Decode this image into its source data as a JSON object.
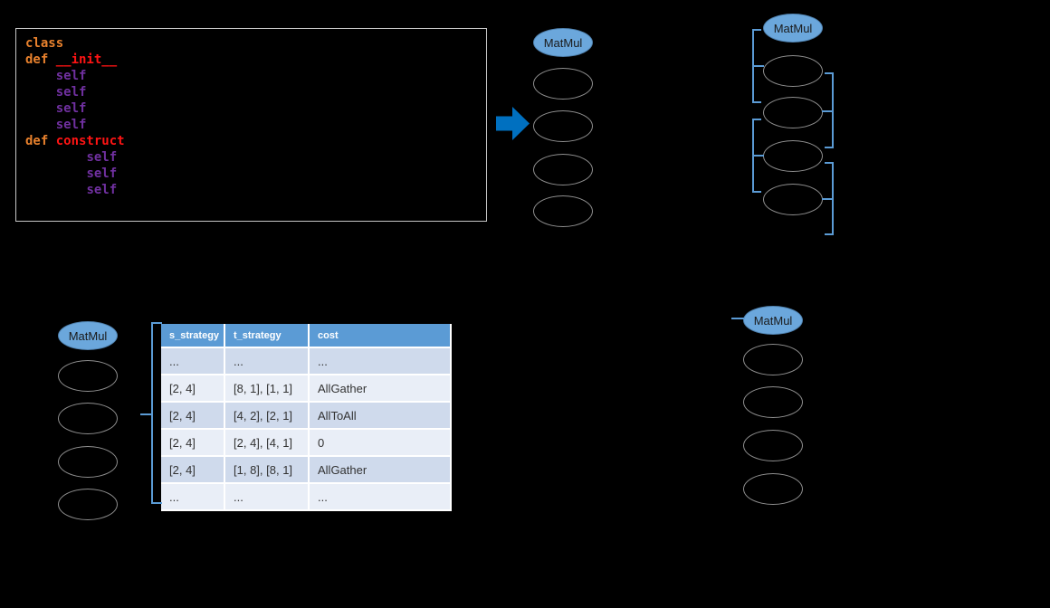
{
  "colors": {
    "background": "#000000",
    "node_fill": "#6BA7DC",
    "node_stroke": "#4F81AE",
    "empty_node_stroke": "#8F8F8F",
    "bracket_blue": "#5B9BD5",
    "arrow_blue": "#0070C0",
    "code_border": "#C6C6C6",
    "code_orange": "#E8812D",
    "code_red": "#FF1414",
    "code_purple": "#7030A0",
    "table_header_bg": "#5B9BD5",
    "table_row_dark": "#CFDAEC",
    "table_row_light": "#E9EEF7"
  },
  "code": {
    "lines": [
      [
        {
          "t": "class",
          "c": "orange"
        }
      ],
      [
        {
          "t": "def ",
          "c": "orange"
        },
        {
          "t": "__init__",
          "c": "red"
        }
      ],
      [
        {
          "t": "    ",
          "c": "plain"
        },
        {
          "t": "self",
          "c": "purple"
        }
      ],
      [
        {
          "t": "    ",
          "c": "plain"
        },
        {
          "t": "self",
          "c": "purple"
        }
      ],
      [
        {
          "t": "    ",
          "c": "plain"
        },
        {
          "t": "self",
          "c": "purple"
        }
      ],
      [
        {
          "t": "    ",
          "c": "plain"
        },
        {
          "t": "self",
          "c": "purple"
        }
      ],
      [
        {
          "t": "def ",
          "c": "orange"
        },
        {
          "t": "construct",
          "c": "red"
        }
      ],
      [
        {
          "t": "        ",
          "c": "plain"
        },
        {
          "t": "self",
          "c": "purple"
        }
      ],
      [
        {
          "t": "        ",
          "c": "plain"
        },
        {
          "t": "self",
          "c": "purple"
        }
      ],
      [
        {
          "t": "        ",
          "c": "plain"
        },
        {
          "t": "self",
          "c": "purple"
        }
      ]
    ]
  },
  "graphs": [
    {
      "id": "graph-top-middle",
      "root_label": "MatMul",
      "empty_node_count": 4
    },
    {
      "id": "graph-top-right",
      "root_label": "MatMul",
      "empty_node_count": 4
    },
    {
      "id": "graph-bottom-left",
      "root_label": "MatMul",
      "empty_node_count": 4
    },
    {
      "id": "graph-bottom-right",
      "root_label": "MatMul",
      "empty_node_count": 4
    }
  ],
  "table": {
    "headers": [
      "s_strategy",
      "t_strategy",
      "cost"
    ],
    "rows": [
      [
        "...",
        "...",
        "..."
      ],
      [
        "[2, 4]",
        "[8, 1], [1, 1]",
        "AllGather"
      ],
      [
        "[2, 4]",
        "[4, 2], [2, 1]",
        "AllToAll"
      ],
      [
        "[2, 4]",
        "[2, 4], [4, 1]",
        "0"
      ],
      [
        "[2, 4]",
        "[1, 8], [8, 1]",
        "AllGather"
      ],
      [
        "...",
        "...",
        "..."
      ]
    ]
  }
}
